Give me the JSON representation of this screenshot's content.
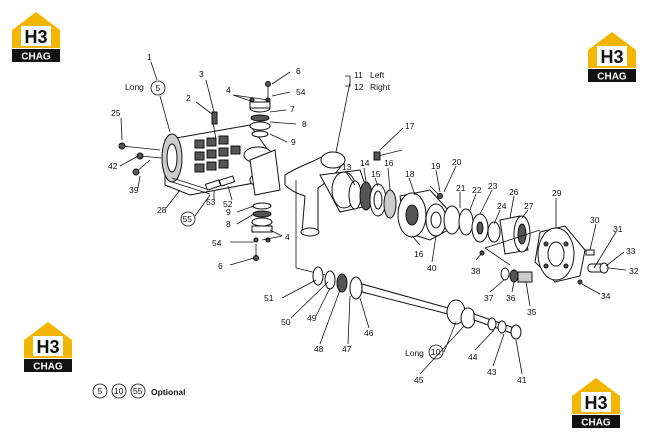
{
  "logo": {
    "brand_top": "H3",
    "brand_bottom": "CHAG",
    "accent_color": "#f2b600",
    "dark_color": "#111111"
  },
  "labels": {
    "n1": "1",
    "long_top": "Long",
    "c5": "5",
    "n2": "2",
    "n3": "3",
    "n4a": "4",
    "n6a": "6",
    "n54a": "54",
    "n7": "7",
    "n8a": "8",
    "n9a": "9",
    "n25": "25",
    "n42": "42",
    "n39": "39",
    "n28": "28",
    "n53": "53",
    "n52": "52",
    "c55": "55",
    "n9b": "9",
    "n8b": "8",
    "n4b": "4",
    "n54b": "54",
    "n6b": "6",
    "n11": "11",
    "left": "Left",
    "n12": "12",
    "right": "Right",
    "n17": "17",
    "n13": "13",
    "n14": "14",
    "n15": "15",
    "n16a": "16",
    "n18": "18",
    "n19": "19",
    "n20": "20",
    "n21": "21",
    "n22": "22",
    "n23": "23",
    "n24": "24",
    "n26": "26",
    "n27": "27",
    "n29": "29",
    "n30": "30",
    "n31": "31",
    "n33": "33",
    "n32": "32",
    "n34": "34",
    "n16b": "16",
    "n40": "40",
    "n38": "38",
    "n37": "37",
    "n36": "36",
    "n35": "35",
    "n51": "51",
    "n50": "50",
    "n49": "49",
    "n48": "48",
    "n47": "47",
    "n46": "46",
    "long_bottom": "Long",
    "c10": "10",
    "n45": "45",
    "n44": "44",
    "n43": "43",
    "n41": "41"
  },
  "legend": {
    "c5": "5",
    "c10": "10",
    "c55": "55",
    "text": "Optional"
  }
}
